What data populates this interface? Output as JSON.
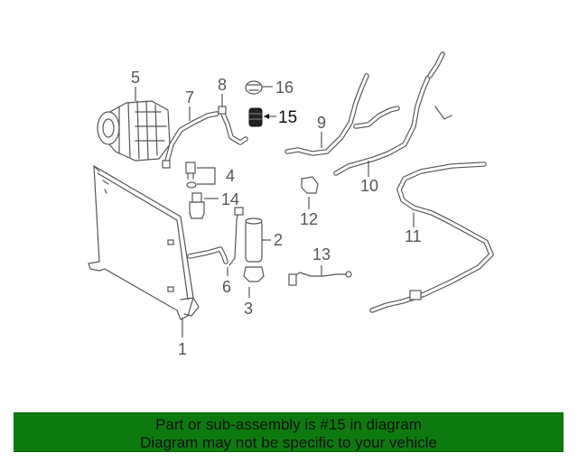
{
  "diagram": {
    "highlighted_part": "15",
    "callouts": {
      "c1": "1",
      "c2": "2",
      "c3": "3",
      "c4": "4",
      "c5": "5",
      "c6": "6",
      "c7": "7",
      "c8": "8",
      "c9": "9",
      "c10": "10",
      "c11": "11",
      "c12": "12",
      "c13": "13",
      "c14": "14",
      "c15": "15",
      "c16": "16"
    }
  },
  "banner": {
    "line1": "Part or sub-assembly is #15 in diagram",
    "line2": "Diagram may not be specific to your vehicle",
    "background": "#0d7a10"
  }
}
